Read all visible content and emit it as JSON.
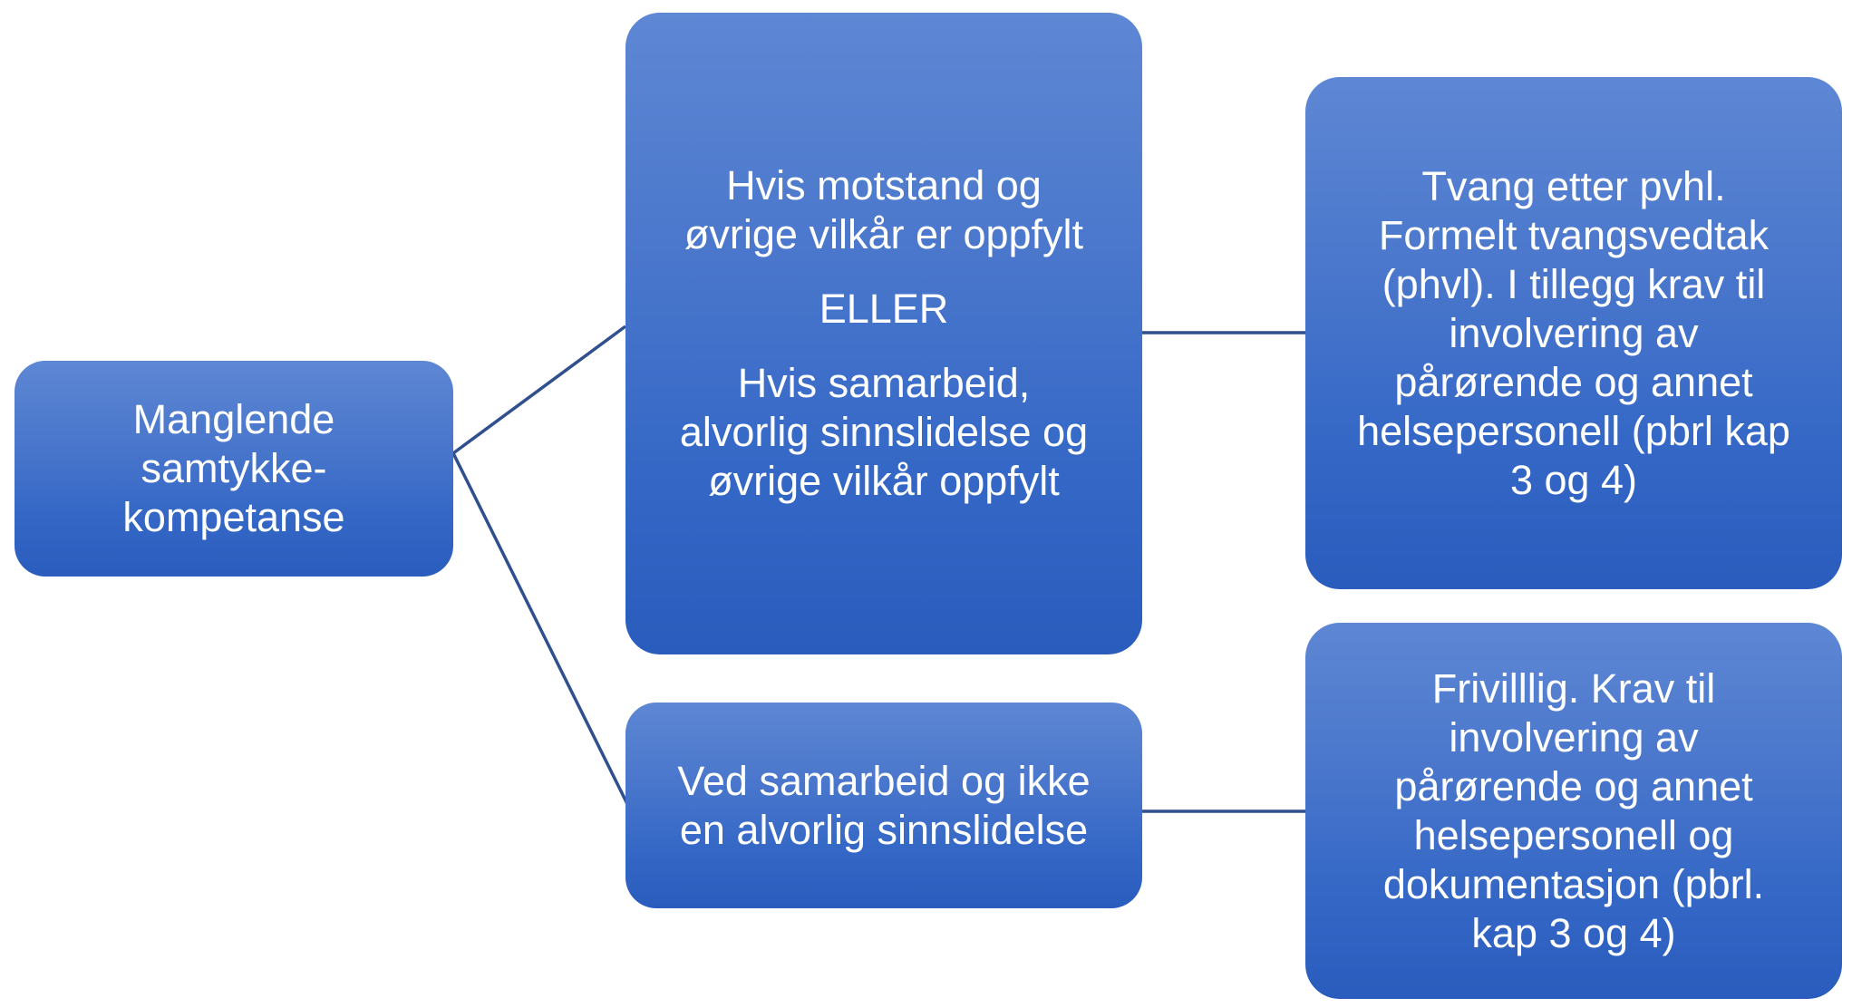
{
  "diagram": {
    "title": "Manglende samtykkekompetanse - beslutningsflyt",
    "background_color": "#ffffff",
    "node_fill_top": "#5e87d4",
    "node_fill_bottom": "#2a5cbd",
    "node_text_color": "#ffffff",
    "connector_color": "#2f4f8f"
  },
  "nodes": {
    "manglende": {
      "lines": [
        "Manglende",
        "samtykke-",
        "kompetanse"
      ]
    },
    "vilkar": {
      "paragraphs": [
        {
          "lines": [
            "Hvis motstand og",
            "øvrige vilkår er oppfylt"
          ]
        },
        {
          "lines": [
            "ELLER"
          ]
        },
        {
          "lines": [
            "Hvis samarbeid,",
            "alvorlig sinnslidelse og",
            "øvrige vilkår oppfylt"
          ]
        }
      ]
    },
    "samarbeid": {
      "lines": [
        "Ved samarbeid og ikke",
        "en alvorlig sinnslidelse"
      ]
    },
    "tvang": {
      "lines": [
        "Tvang etter pvhl.",
        "Formelt tvangsvedtak",
        "(phvl). I tillegg krav til",
        "involvering av",
        "pårørende og annet",
        "helsepersonell (pbrl kap",
        "3 og 4)"
      ]
    },
    "frivillig": {
      "lines": [
        "Frivilllig. Krav til",
        "involvering av",
        "pårørende og annet",
        "helsepersonell og",
        "dokumentasjon  (pbrl.",
        "kap 3 og 4)"
      ]
    }
  },
  "connectors": [
    {
      "name": "manglende-to-vilkar",
      "from": "manglende",
      "to": "vilkar"
    },
    {
      "name": "manglende-to-samarbeid",
      "from": "manglende",
      "to": "samarbeid"
    },
    {
      "name": "vilkar-to-tvang",
      "from": "vilkar",
      "to": "tvang"
    },
    {
      "name": "samarbeid-to-frivillig",
      "from": "samarbeid",
      "to": "frivillig"
    }
  ]
}
